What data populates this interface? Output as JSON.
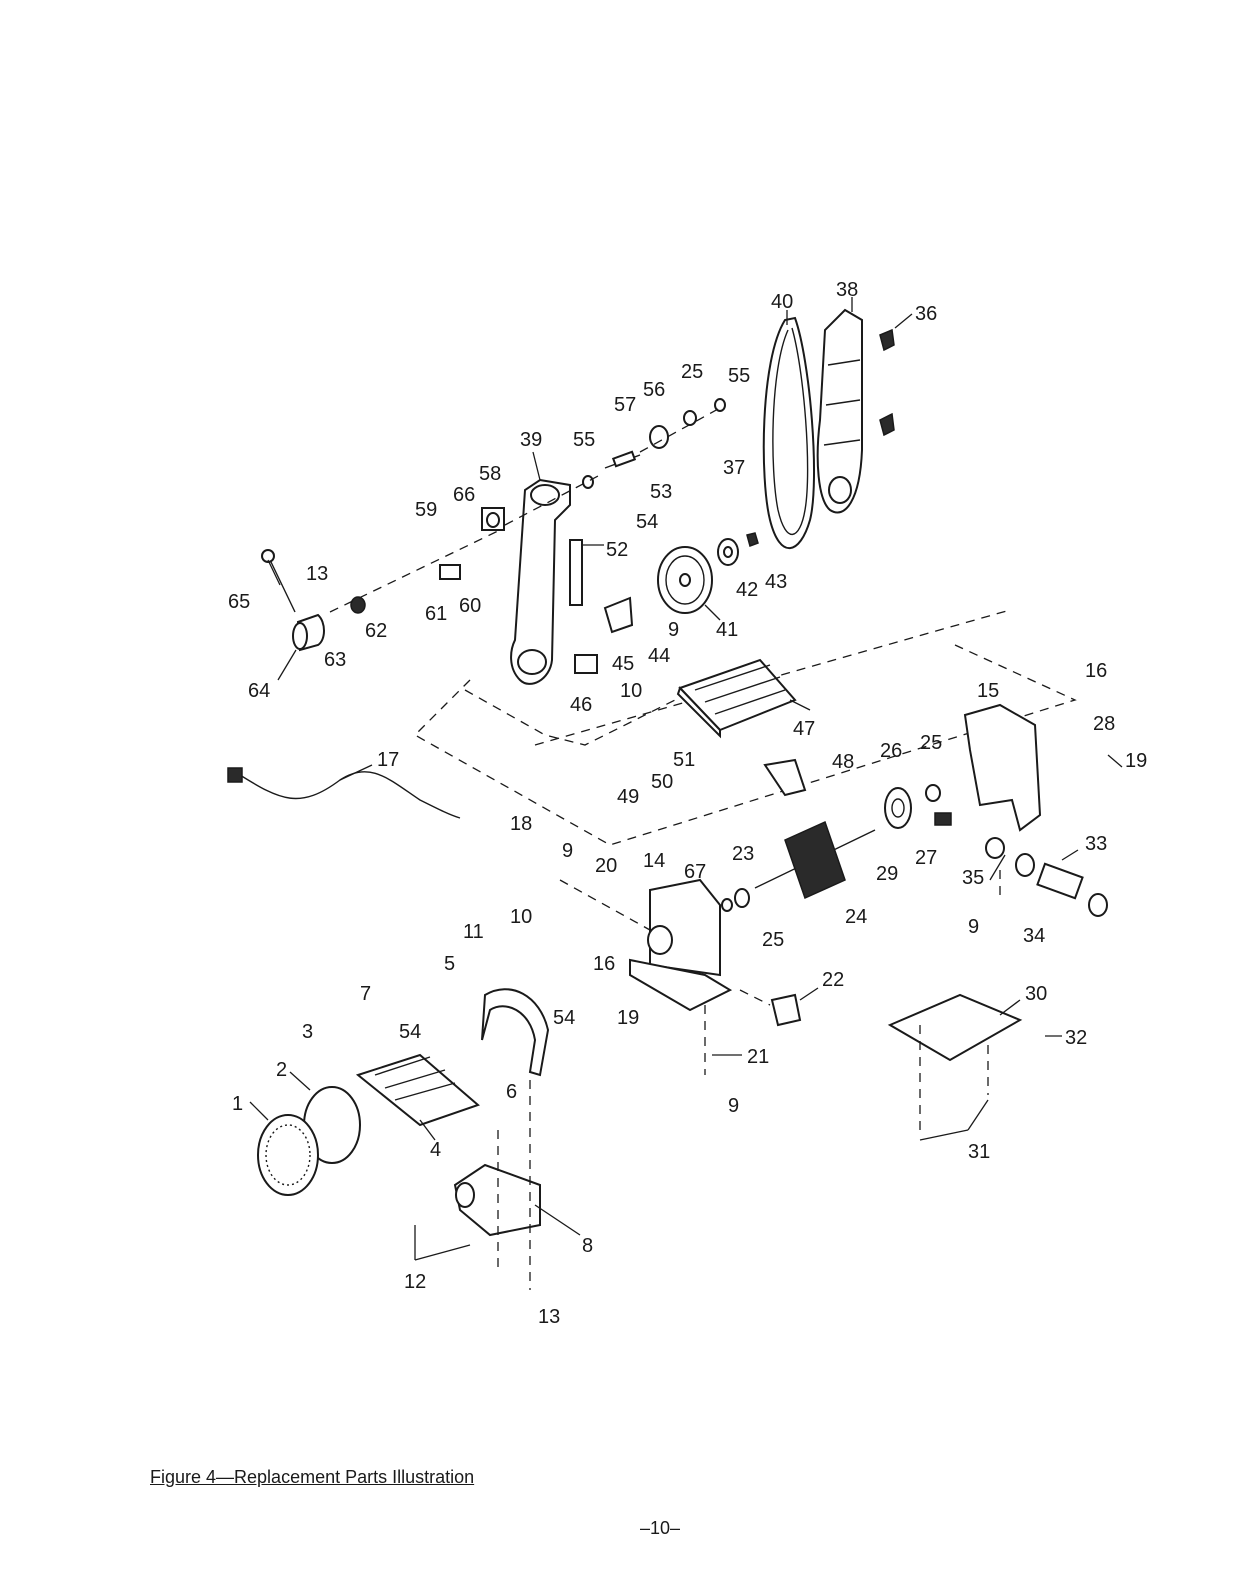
{
  "caption": "Figure 4—Replacement Parts Illustration",
  "page_number": "–10–",
  "callouts": [
    "1",
    "2",
    "3",
    "4",
    "5",
    "6",
    "7",
    "8",
    "9",
    "10",
    "11",
    "12",
    "13",
    "14",
    "15",
    "16",
    "17",
    "18",
    "19",
    "20",
    "21",
    "22",
    "23",
    "24",
    "25",
    "26",
    "27",
    "28",
    "29",
    "30",
    "31",
    "32",
    "33",
    "34",
    "35",
    "36",
    "37",
    "38",
    "39",
    "40",
    "41",
    "42",
    "43",
    "44",
    "45",
    "46",
    "47",
    "48",
    "49",
    "50",
    "51",
    "52",
    "53",
    "54",
    "55",
    "56",
    "57",
    "58",
    "59",
    "60",
    "61",
    "62",
    "63",
    "64",
    "65",
    "66",
    "67"
  ]
}
